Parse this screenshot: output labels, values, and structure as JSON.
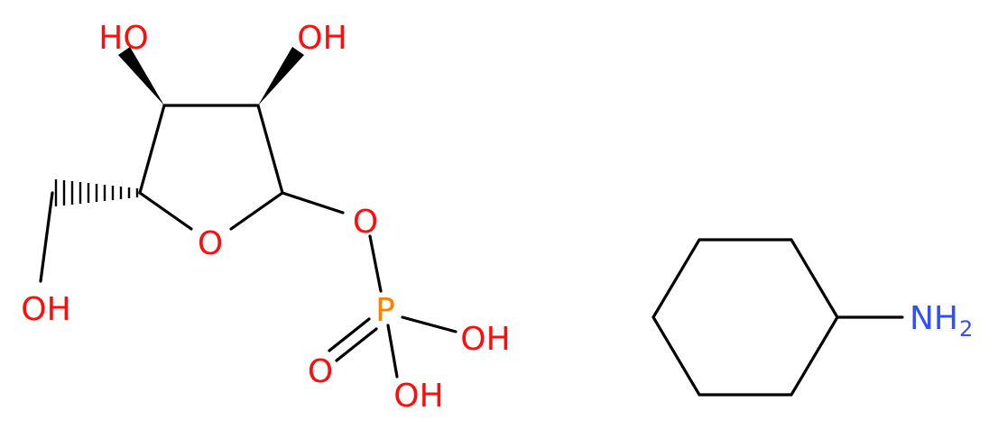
{
  "colors": {
    "bond": "#000000",
    "oxygen": "#ff0d0d",
    "phosphorus": "#ff8000",
    "nitrogen": "#3050f8"
  },
  "molecule_1": {
    "atoms": {
      "ho_c3": "HO",
      "oh_c2": "OH",
      "ring_o": "O",
      "ester_o": "O",
      "hydroxymethyl_oh": "OH",
      "phosphorus": "P",
      "p_oh_1": "OH",
      "p_oxo": "O",
      "p_oh_2": "OH"
    }
  },
  "molecule_2": {
    "atoms": {
      "amine_n": "NH",
      "amine_h_count": "2"
    }
  }
}
